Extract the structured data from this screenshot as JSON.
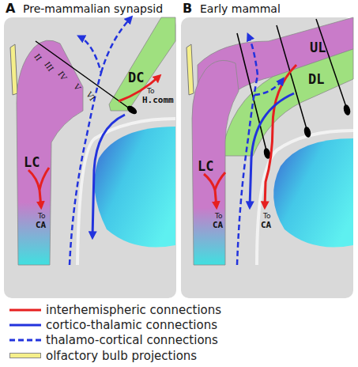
{
  "diagram": {
    "nodes": [
      {
        "text": [
          "A",
          "Pre-mammalian synapsid"
        ]
      },
      {
        "text": [
          "LC"
        ],
        "in": 0
      },
      {
        "text": [
          "DC"
        ],
        "in": 0
      },
      {
        "text": [
          "B",
          "Early mammal"
        ]
      },
      {
        "text": [
          "UL"
        ],
        "in": 3
      },
      {
        "text": [
          "DL"
        ],
        "in": 3
      },
      {
        "text": [
          "LC"
        ],
        "in": 3
      }
    ],
    "labels": [
      "II",
      "III",
      "IV",
      "V",
      "VI",
      "To",
      "H.comm",
      "To",
      "CA",
      "To",
      "CA",
      "To",
      "CA"
    ],
    "legend": [
      {
        "text": "interhemispheric connections"
      },
      {
        "text": "cortico-thalamic connections"
      },
      {
        "text": "thalamo-cortical connections"
      },
      {
        "text": "olfactory bulb projections",
        "color": "#f5ef8a"
      }
    ]
  }
}
